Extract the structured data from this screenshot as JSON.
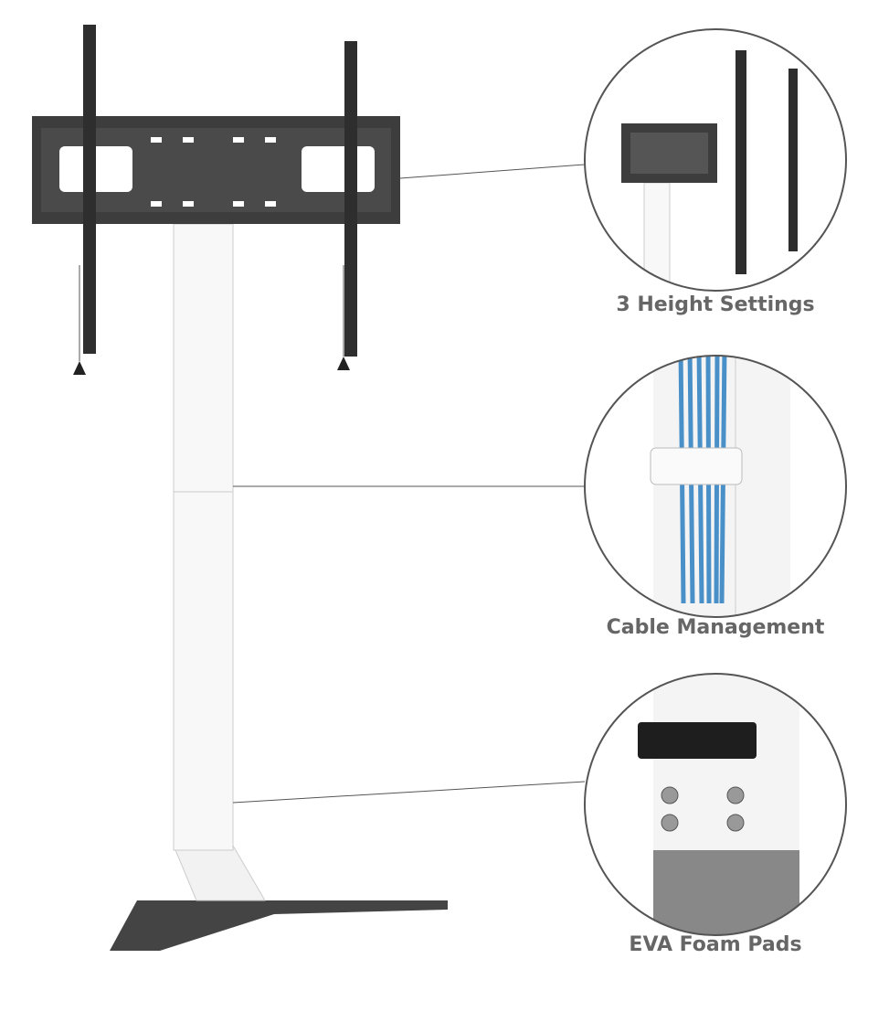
{
  "features": [
    {
      "label": "3 Height Settings",
      "icon": "height-settings-detail"
    },
    {
      "label": "Cable Management",
      "icon": "cable-clip-detail"
    },
    {
      "label": "EVA Foam Pads",
      "icon": "foam-pad-detail"
    }
  ],
  "colors": {
    "label": "#666666",
    "metal": "#3a3a3a",
    "pole": "#f7f7f7",
    "cable": "#4a90c8"
  }
}
